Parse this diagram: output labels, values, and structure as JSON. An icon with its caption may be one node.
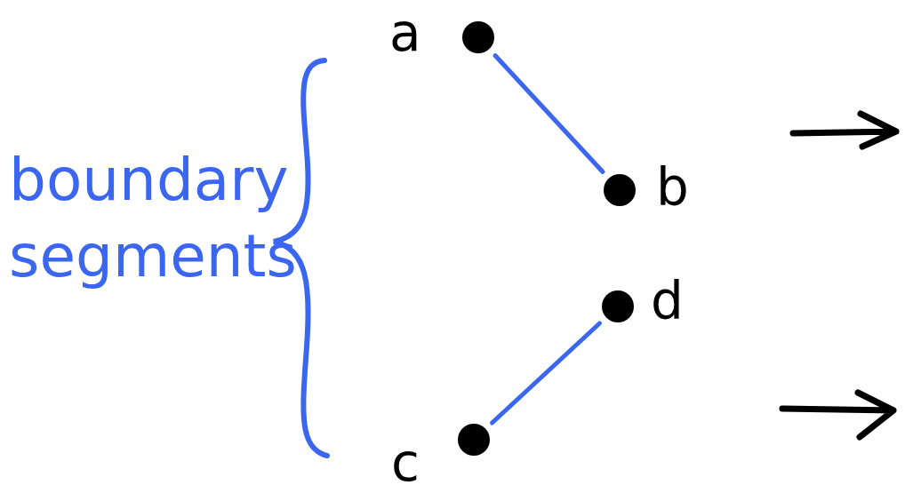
{
  "diagram": {
    "nodes": [
      {
        "text": [],
        "shape": "circle",
        "beside": [
          "a"
        ]
      },
      {
        "text": [],
        "shape": "circle",
        "beside": [
          "b"
        ]
      },
      {
        "text": [],
        "shape": "circle",
        "beside": [
          "d"
        ]
      },
      {
        "text": [],
        "shape": "circle",
        "beside": [
          "c"
        ]
      }
    ],
    "edges": [
      {
        "from": 0,
        "to": 1,
        "arrow": "none"
      },
      {
        "from": 3,
        "to": 2,
        "arrow": "none"
      }
    ],
    "labels": [
      "boundary segments"
    ]
  }
}
